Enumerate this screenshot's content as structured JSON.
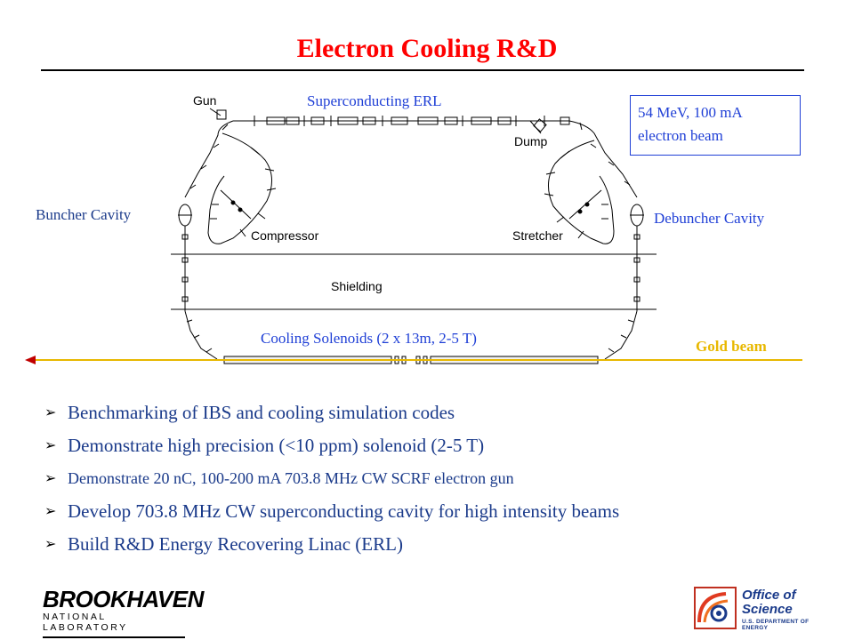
{
  "title": "Electron Cooling R&D",
  "diagram": {
    "gun": "Gun",
    "dump": "Dump",
    "compressor": "Compressor",
    "stretcher": "Stretcher",
    "shielding": "Shielding",
    "superconducting_erl": "Superconducting ERL",
    "buncher_cavity": "Buncher Cavity",
    "debuncher_cavity": "Debuncher Cavity",
    "cooling_solenoids": "Cooling Solenoids (2 x 13m, 2-5 T)",
    "gold_beam": "Gold beam",
    "energy_box": {
      "line1": "54 MeV, 100 mA",
      "line2": "electron beam"
    }
  },
  "bullets": [
    "Benchmarking of IBS and cooling simulation codes",
    "Demonstrate high precision (<10 ppm) solenoid (2-5 T)",
    "Demonstrate 20 nC, 100-200 mA 703.8 MHz CW SCRF electron gun",
    "Develop 703.8 MHz CW superconducting cavity for high intensity beams",
    "Build R&D Energy Recovering Linac (ERL)"
  ],
  "logos": {
    "bnl_name": "BROOKHAVEN",
    "bnl_sub": "NATIONAL LABORATORY",
    "doe_line1": "Office of",
    "doe_line2": "Science",
    "doe_sub": "U.S. DEPARTMENT OF ENERGY"
  },
  "colors": {
    "title": "#ff0000",
    "labels": "#1f3fd6",
    "gold_beam": "#e8b800",
    "bullets": "#1a3a8a"
  }
}
